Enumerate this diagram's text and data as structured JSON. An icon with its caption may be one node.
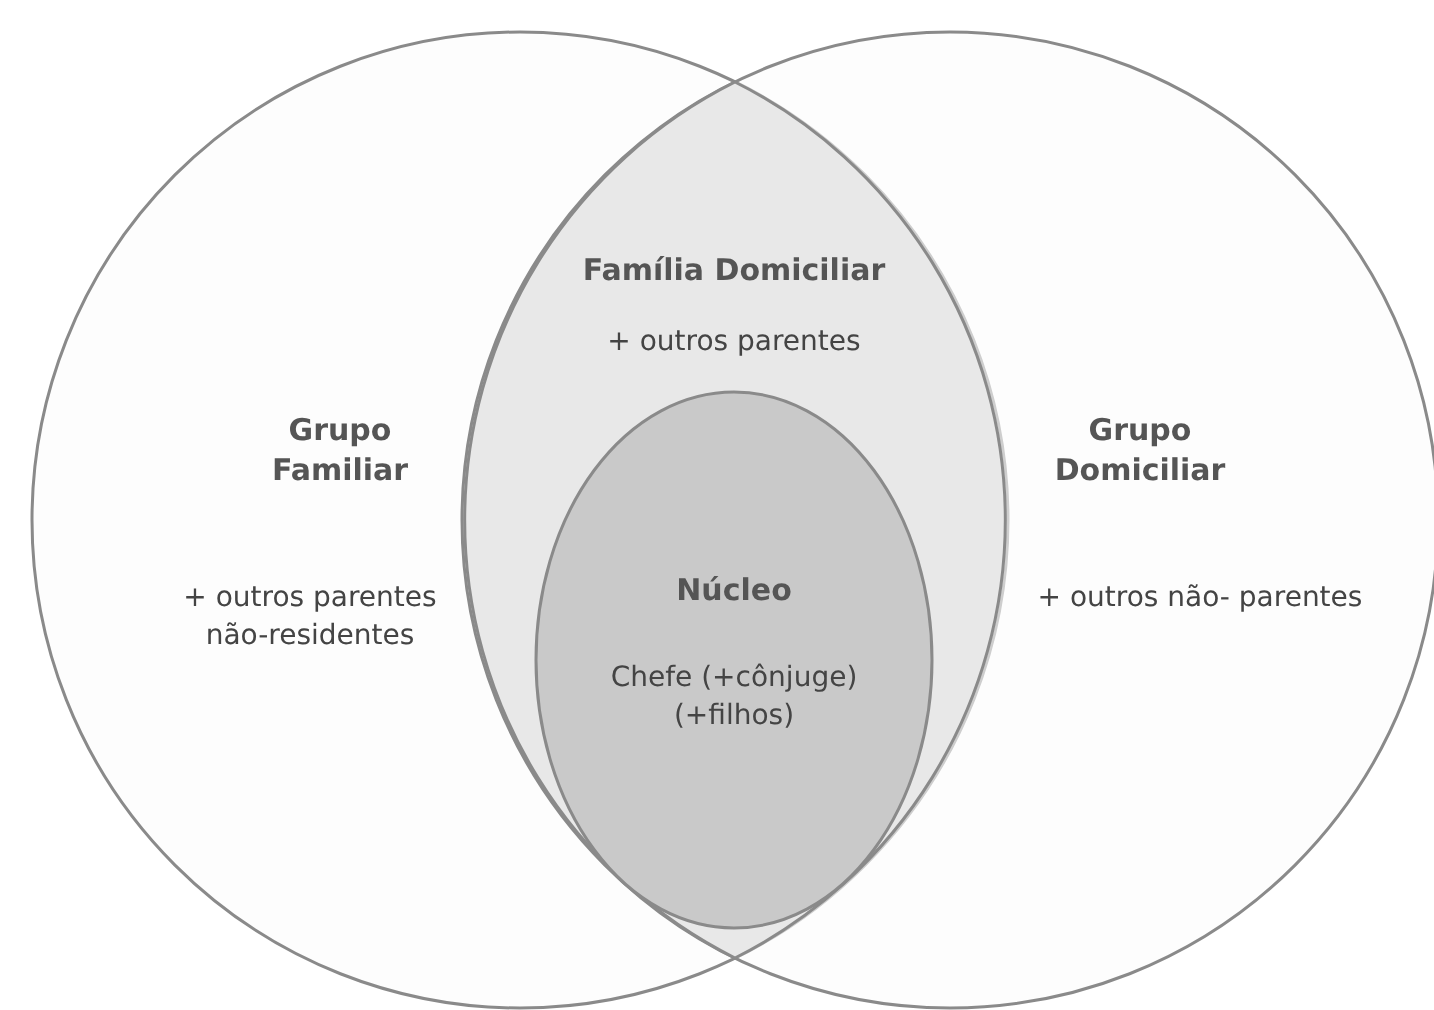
{
  "diagram": {
    "nodes": [
      {
        "text": [
          "Grupo Familiar",
          "+ outros parentes não-residentes"
        ]
      },
      {
        "text": [
          "Grupo Domiciliar",
          "+ outros não- parentes"
        ]
      },
      {
        "text": [
          "Família Domiciliar",
          "+ outros parentes"
        ]
      },
      {
        "text": [
          "Núcleo",
          "Chefe (+cônjuge) (+filhos)"
        ],
        "in": 2
      }
    ],
    "edges": []
  }
}
